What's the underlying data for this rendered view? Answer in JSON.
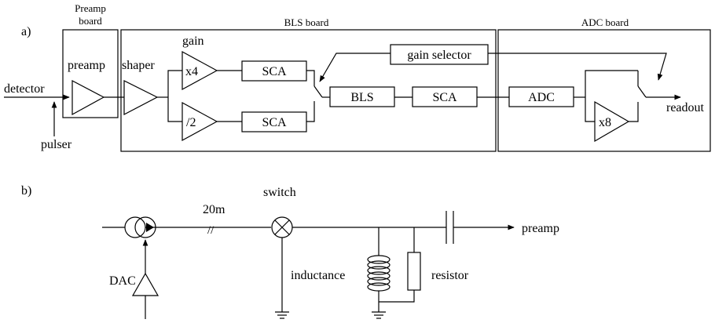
{
  "panel_a": {
    "label": "a)",
    "preamp_board": {
      "line1": "Preamp",
      "line2": "board"
    },
    "bls_board": "BLS board",
    "adc_board": "ADC board",
    "detector": "detector",
    "pulser": "pulser",
    "preamp": "preamp",
    "shaper": "shaper",
    "gain": "gain",
    "x4": "x4",
    "half": "/2",
    "sca": "SCA",
    "gain_selector": "gain selector",
    "bls": "BLS",
    "adc": "ADC",
    "x8": "x8",
    "readout": "readout"
  },
  "panel_b": {
    "label": "b)",
    "length": "20m",
    "slashes": "//",
    "switch": "switch",
    "preamp": "preamp",
    "inductance": "inductance",
    "resistor": "resistor",
    "dac": "DAC"
  }
}
